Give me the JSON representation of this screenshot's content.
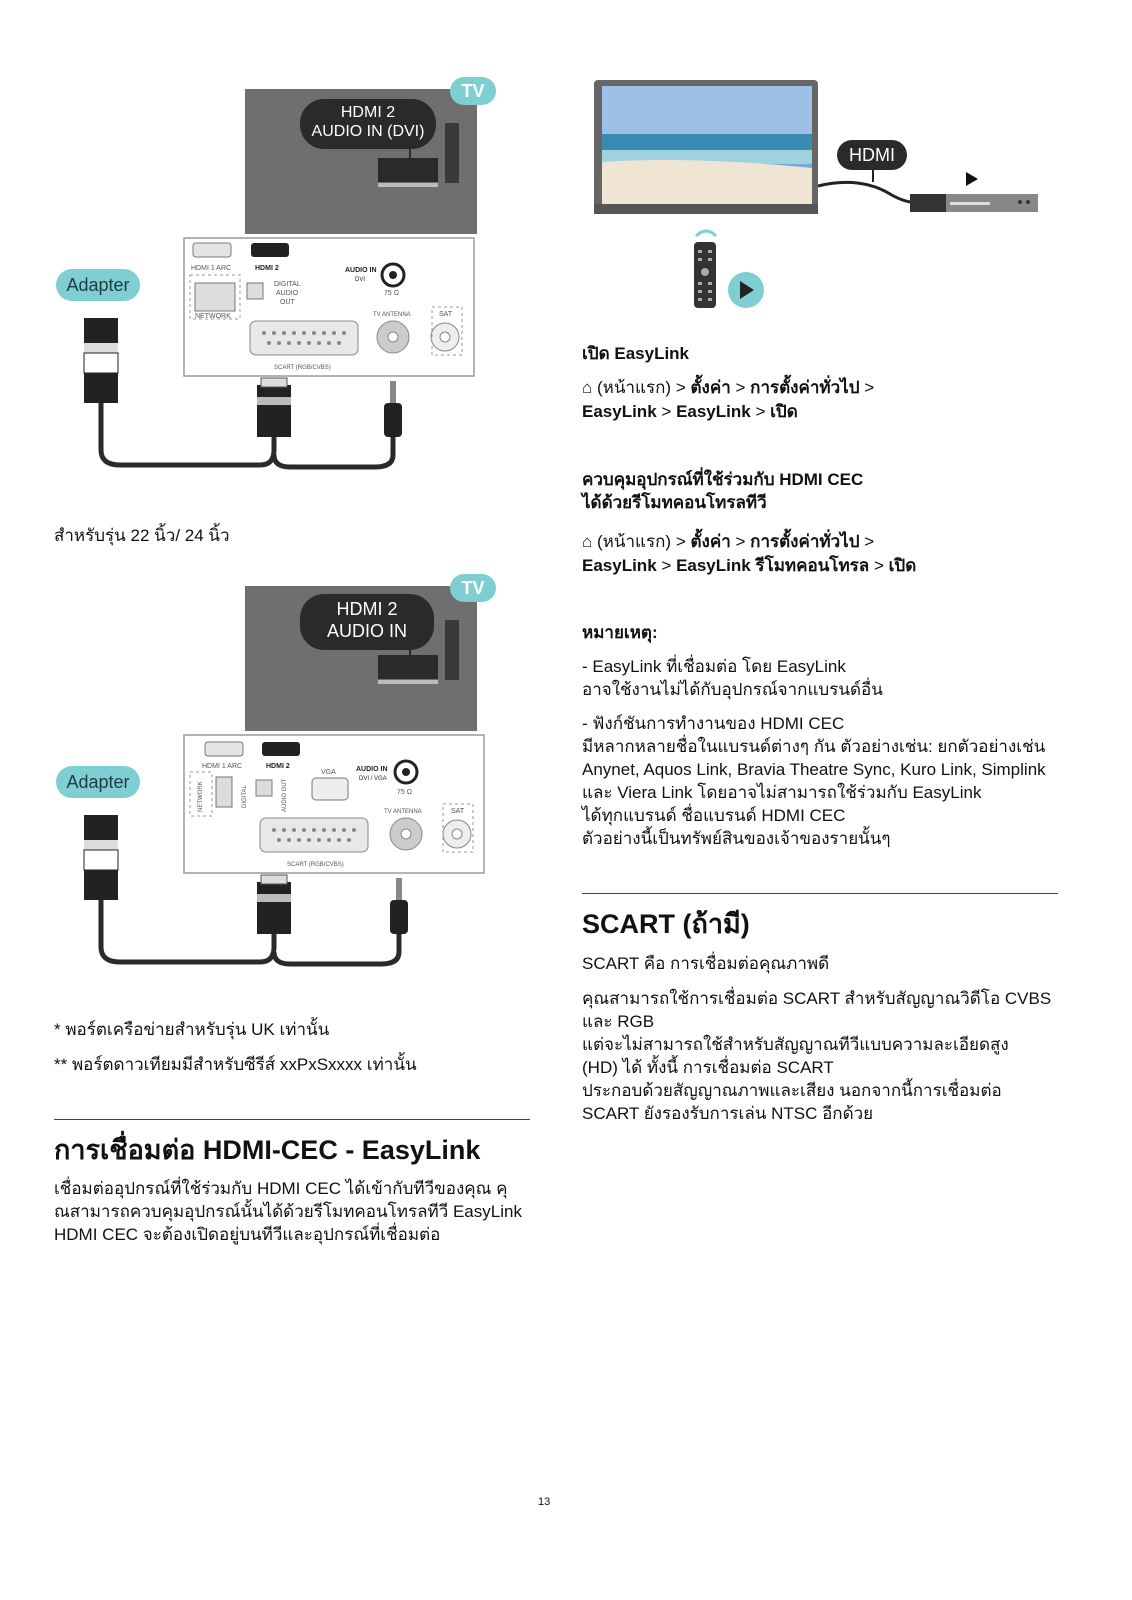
{
  "diagram1": {
    "tv_badge": "TV",
    "port_label_line1": "HDMI 2",
    "port_label_line2": "AUDIO IN (DVI)",
    "adapter_label": "Adapter",
    "panel": {
      "hdmi1": "HDMI 1 ARC",
      "hdmi2": "HDMI 2",
      "audio_in": "AUDIO IN",
      "dvi": "DVI",
      "network": "NETWORK",
      "digital_audio_out_1": "DIGITAL",
      "digital_audio_out_2": "AUDIO",
      "digital_audio_out_3": "OUT",
      "ohm": "75 Ω",
      "tv_antenna": "TV ANTENNA",
      "sat": "SAT",
      "scart": "SCART (RGB/CVBS)"
    }
  },
  "caption_22_24": "สำหรับรุ่น 22 นิ้ว/ 24 นิ้ว",
  "diagram2": {
    "tv_badge": "TV",
    "port_label_line1": "HDMI 2",
    "port_label_line2": "AUDIO IN",
    "adapter_label": "Adapter",
    "panel": {
      "hdmi1": "HDMI 1 ARC",
      "hdmi2": "HDMI 2",
      "vga": "VGA",
      "audio_in": "AUDIO IN",
      "dvi_vga": "DVI / VGA",
      "network": "NETWORK",
      "digital": "DIGITAL",
      "audio_out": "AUDIO OUT",
      "ohm": "75 Ω",
      "tv_antenna": "TV ANTENNA",
      "sat": "SAT",
      "scart": "SCART (RGB/CVBS)"
    }
  },
  "footnotes": {
    "uk": "* พอร์ตเครือข่ายสำหรับรุ่น UK เท่านั้น",
    "sat": "** พอร์ตดาวเทียมมีสำหรับซีรีส์ xxPxSxxxx เท่านั้น"
  },
  "section_easylink": {
    "heading": "การเชื่อมต่อ HDMI-CEC - EasyLink",
    "para_lines": [
      "เชื่อมต่ออุปกรณ์ที่ใช้ร่วมกับ HDMI CEC ได้เข้ากับทีวีของคุณ คุ",
      "ณสามารถควบคุมอุปกรณ์นั้นได้ด้วยรีโมทคอนโทรลทีวี EasyLink",
      "HDMI CEC จะต้องเปิดอยู่บนทีวีและอุปกรณ์ที่เชื่อมต่อ"
    ]
  },
  "diagram3": {
    "hdmi_label": "HDMI"
  },
  "turn_on": {
    "heading": "เปิด EasyLink",
    "path_home": "(หน้าแรก)",
    "sep": ">",
    "path_settings": "ตั้งค่า",
    "path_general": "การตั้งค่าทั่วไป",
    "path_easylink1": "EasyLink",
    "path_easylink2": "EasyLink",
    "path_on": "เปิด"
  },
  "control": {
    "heading_line1": "ควบคุมอุปกรณ์ที่ใช้ร่วมกับ HDMI CEC",
    "heading_line2": "ได้ด้วยรีโมทคอนโทรลทีวี",
    "path_home": "(หน้าแรก)",
    "sep": ">",
    "path_settings": "ตั้งค่า",
    "path_general": "การตั้งค่าทั่วไป",
    "path_easylink": "EasyLink",
    "path_remote": "EasyLink รีโมทคอนโทรล",
    "path_on": "เปิด"
  },
  "note": {
    "heading": "หมายเหตุ:",
    "item1_lines": [
      "- EasyLink ที่เชื่อมต่อ โดย EasyLink",
      "อาจใช้งานไม่ได้กับอุปกรณ์จากแบรนด์อื่น"
    ],
    "item2_lines": [
      "- ฟังก์ชันการทำงานของ HDMI CEC",
      "มีหลากหลายชื่อในแบรนด์ต่างๆ กัน ตัวอย่างเช่น: ยกตัวอย่างเช่น",
      "Anynet, Aquos Link, Bravia Theatre Sync, Kuro Link, Simplink",
      "และ Viera Link โดยอาจไม่สามารถใช้ร่วมกับ EasyLink",
      "ได้ทุกแบรนด์ ชื่อแบรนด์ HDMI CEC",
      "ตัวอย่างนี้เป็นทรัพย์สินของเจ้าของรายนั้นๆ"
    ]
  },
  "scart": {
    "heading": "SCART (ถ้ามี)",
    "para1": "SCART คือ การเชื่อมต่อคุณภาพดี",
    "para2_lines": [
      "คุณสามารถใช้การเชื่อมต่อ SCART สำหรับสัญญาณวิดีโอ CVBS",
      "และ RGB",
      "แต่จะไม่สามารถใช้สำหรับสัญญาณทีวีแบบความละเอียดสูง",
      "(HD) ได้ ทั้งนี้ การเชื่อมต่อ SCART",
      "ประกอบด้วยสัญญาณภาพและเสียง นอกจากนี้การเชื่อมต่อ",
      "SCART ยังรองรับการเล่น NTSC อีกด้วย"
    ]
  },
  "page_number": "13"
}
